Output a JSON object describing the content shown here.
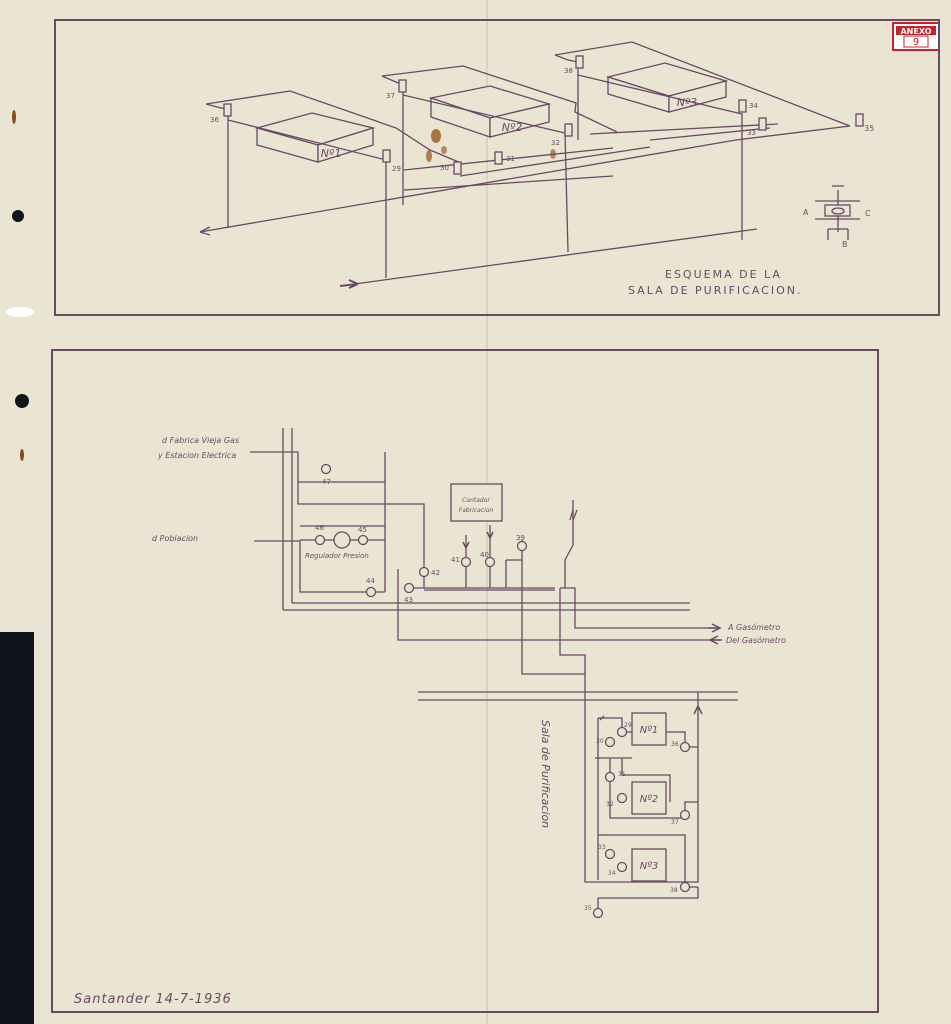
{
  "annex": {
    "label": "ANEXO",
    "number": "9"
  },
  "top_panel": {
    "title_line1": "ESQUEMA DE LA",
    "title_line2": "SALA DE PURIFICACION.",
    "purifiers": [
      "Nº1",
      "Nº2",
      "Nº3"
    ],
    "valve_numbers": [
      "36",
      "29",
      "30",
      "31",
      "37",
      "32",
      "38",
      "34",
      "33",
      "35"
    ],
    "valve_letters": [
      "A",
      "B",
      "C"
    ]
  },
  "bottom_panel": {
    "labels": {
      "from_old_factory_1": "d Fabrica Vieja Gas",
      "from_old_factory_2": "y Estacion Electrica",
      "population": "d Poblacion",
      "pressure_regulator": "Regulador Presion",
      "meter_1": "Contador",
      "meter_2": "Fabricacion",
      "to_gasometer": "A Gasómetro",
      "from_gasometer": "Del Gasómetro",
      "purification_room": "Sala de Purificacion"
    },
    "valve_numbers": [
      "47",
      "46",
      "45",
      "44",
      "43",
      "42",
      "41",
      "40",
      "39",
      "29",
      "30",
      "36",
      "31",
      "32",
      "37",
      "33",
      "34",
      "38",
      "35"
    ],
    "purifiers": [
      "Nº1",
      "Nº2",
      "Nº3"
    ]
  },
  "signature": "Santander 14-7-1936"
}
